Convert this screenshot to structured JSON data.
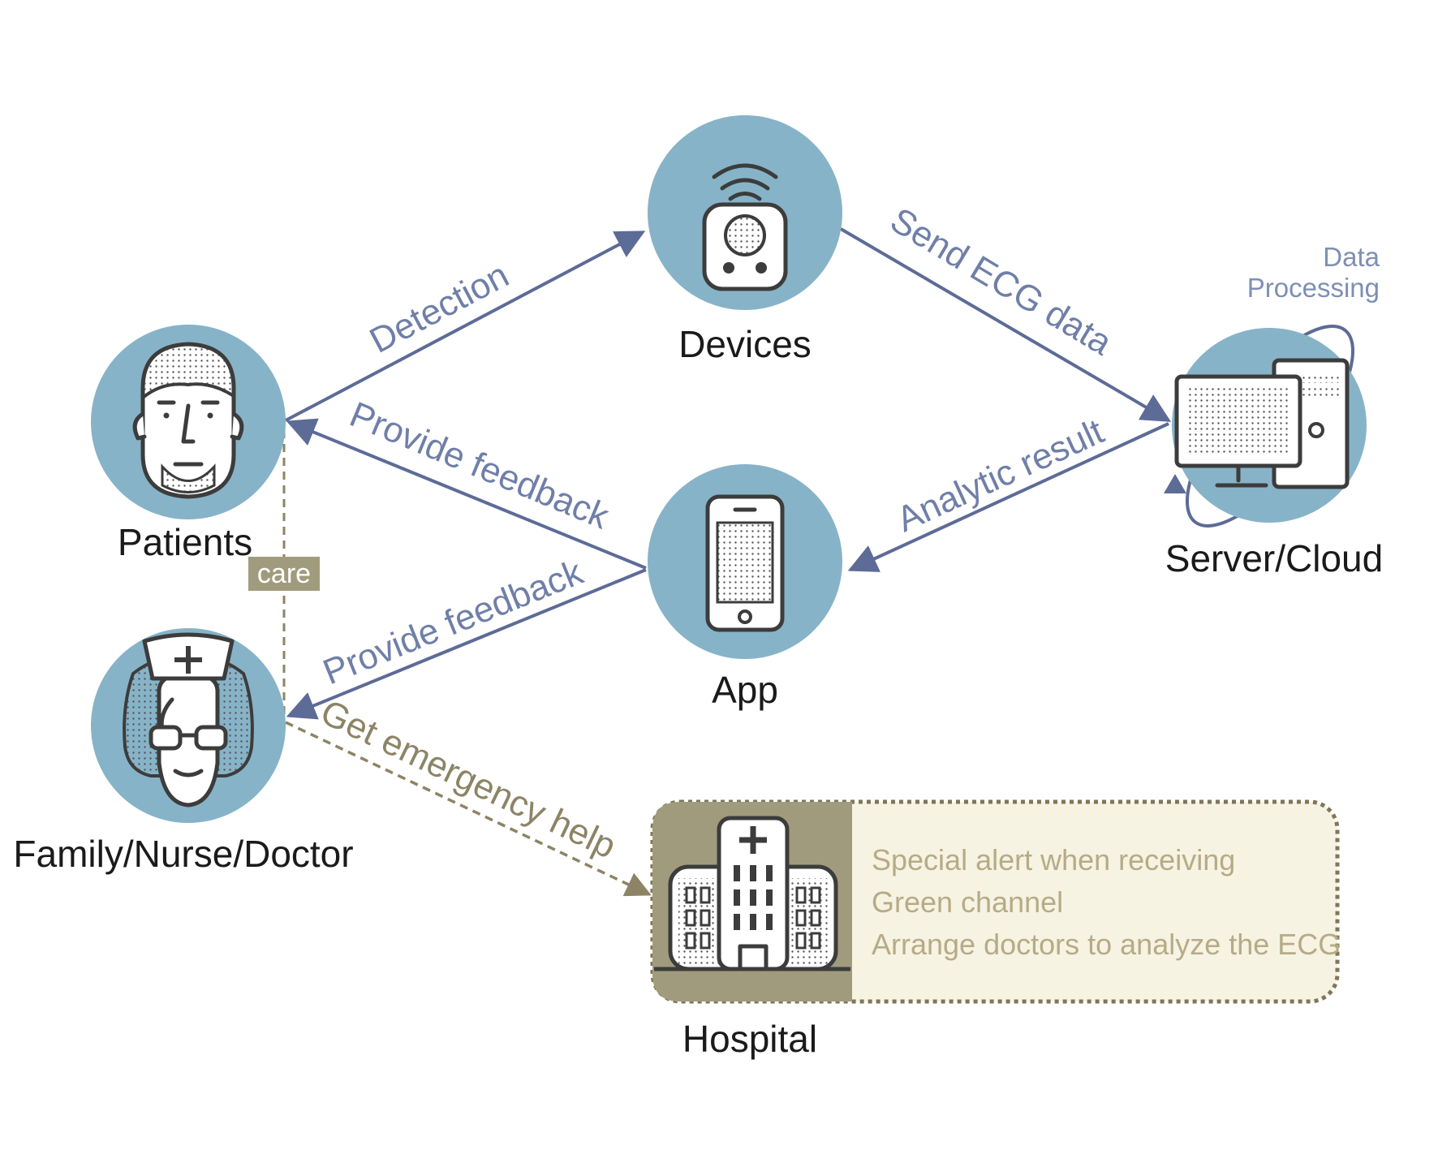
{
  "nodes": {
    "patients": "Patients",
    "devices": "Devices",
    "app": "App",
    "server": "Server/Cloud",
    "family": "Family/Nurse/Doctor",
    "hospital": "Hospital"
  },
  "edges": {
    "detection": "Detection",
    "send_ecg": "Send ECG data",
    "analytic_result": "Analytic result",
    "feedback_patients": "Provide feedback",
    "feedback_family": "Provide feedback",
    "emergency": "Get emergency help",
    "care": "care",
    "data_processing_line1": "Data",
    "data_processing_line2": "Processing"
  },
  "hospital_services": [
    "Special alert when receiving",
    "Green channel",
    "Arrange doctors to analyze the ECG"
  ],
  "colors": {
    "node_fill": "#87b3c8",
    "arrow": "#5d6b97",
    "emergency": "#8c8465",
    "hospital_panel": "#f6f3e3",
    "hospital_icon_bg": "#a19b7d"
  }
}
